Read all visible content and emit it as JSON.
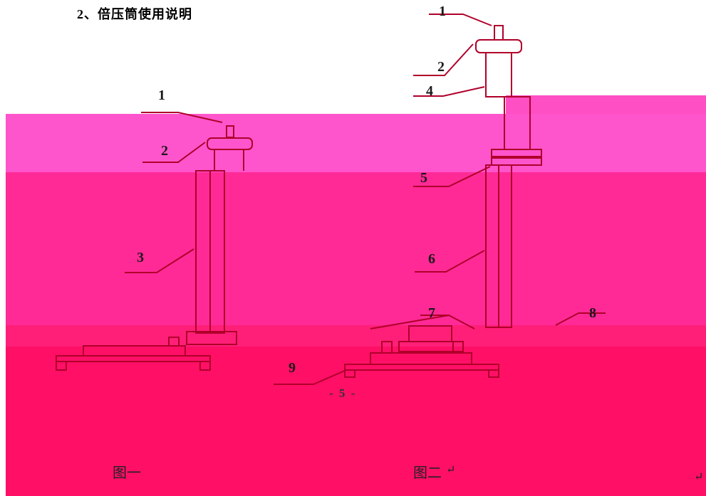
{
  "heading": "2、倍压筒使用说明",
  "figure1": {
    "caption": "图一",
    "labels": [
      "1",
      "2",
      "3"
    ]
  },
  "figure2": {
    "caption": "图二",
    "caption_mark": "↵",
    "labels": [
      "1",
      "2",
      "4",
      "5",
      "6",
      "7",
      "8",
      "9"
    ]
  },
  "page_number": "- 5 -",
  "page_mark": "↵",
  "colors": {
    "background": "#ffffff",
    "band_a": "#ff55cc",
    "band_b": "#ff2a96",
    "band_c": "#ff1f78",
    "band_d": "#ff0f66",
    "drawing": "#b0002a"
  }
}
